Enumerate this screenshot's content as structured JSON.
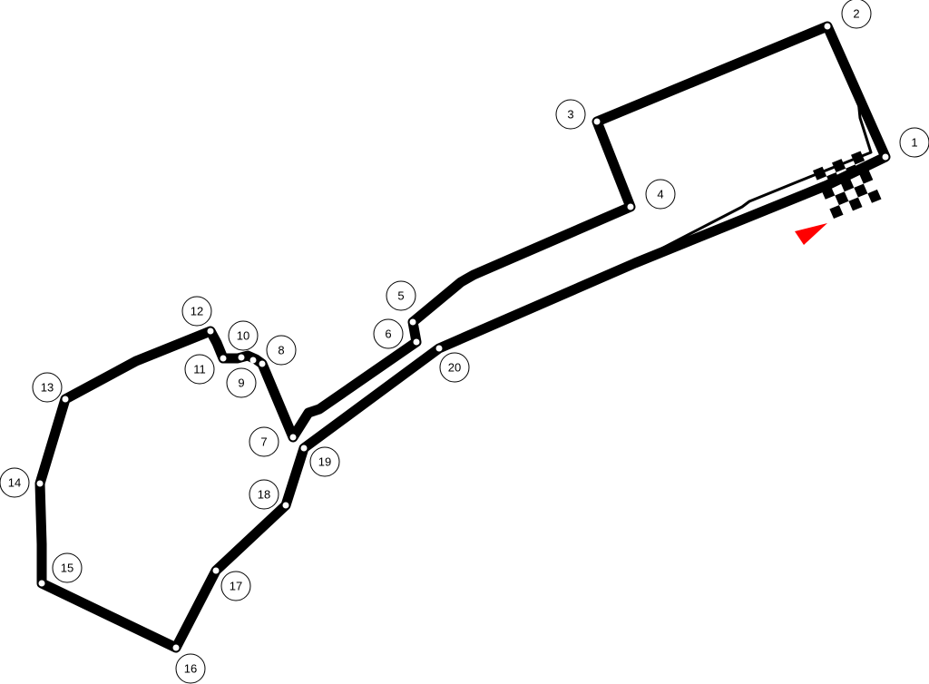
{
  "colors": {
    "track": "#000000",
    "background": "#ffffff",
    "direction_arrow": "#ff0000"
  },
  "icons": {
    "start_finish": "checkered-flag-icon",
    "direction": "red-triangle-direction-icon"
  },
  "corners": [
    {
      "id": "1",
      "label": "1"
    },
    {
      "id": "2",
      "label": "2"
    },
    {
      "id": "3",
      "label": "3"
    },
    {
      "id": "4",
      "label": "4"
    },
    {
      "id": "5",
      "label": "5"
    },
    {
      "id": "6",
      "label": "6"
    },
    {
      "id": "7",
      "label": "7"
    },
    {
      "id": "8",
      "label": "8"
    },
    {
      "id": "9",
      "label": "9"
    },
    {
      "id": "10",
      "label": "10"
    },
    {
      "id": "11",
      "label": "11"
    },
    {
      "id": "12",
      "label": "12"
    },
    {
      "id": "13",
      "label": "13"
    },
    {
      "id": "14",
      "label": "14"
    },
    {
      "id": "15",
      "label": "15"
    },
    {
      "id": "16",
      "label": "16"
    },
    {
      "id": "17",
      "label": "17"
    },
    {
      "id": "18",
      "label": "18"
    },
    {
      "id": "19",
      "label": "19"
    },
    {
      "id": "20",
      "label": "20"
    }
  ]
}
